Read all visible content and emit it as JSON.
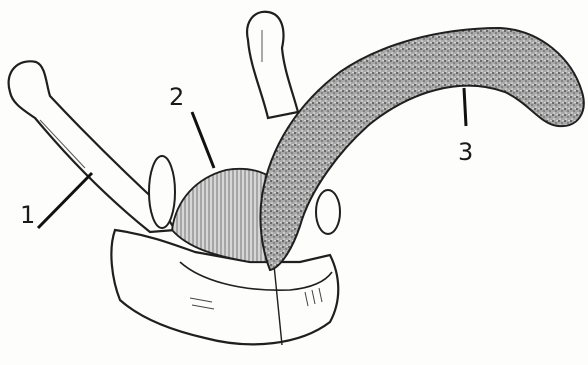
{
  "diagram": {
    "labels": [
      "1",
      "2",
      "3"
    ],
    "colors": {
      "line": "#1f1f1f",
      "paper": "#fdfdfb",
      "stipple": "#7a7a7a",
      "light_fill": "#d9d9d9"
    }
  }
}
